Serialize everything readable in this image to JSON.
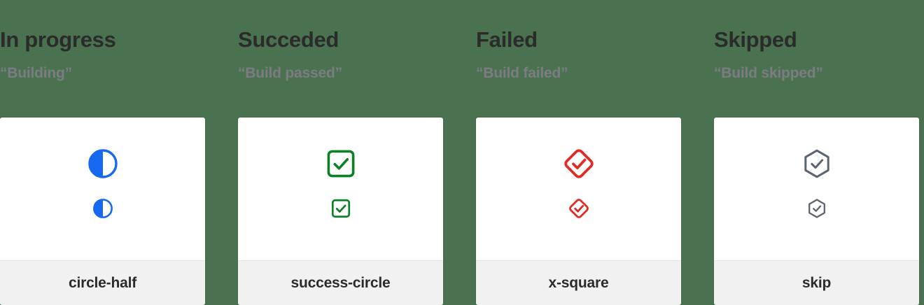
{
  "background_color": "#4a7250",
  "columns": [
    {
      "heading": "In progress",
      "subtitle": "“Building”",
      "icon_name": "circle-half",
      "label": "circle-half",
      "color": "#1668f0"
    },
    {
      "heading": "Succeded",
      "subtitle": "“Build passed”",
      "icon_name": "success-circle",
      "label": "success-circle",
      "color": "#0b8026"
    },
    {
      "heading": "Failed",
      "subtitle": "“Build failed”",
      "icon_name": "x-square",
      "label": "x-square",
      "color": "#e02b27"
    },
    {
      "heading": "Skipped",
      "subtitle": "“Build skipped”",
      "icon_name": "skip",
      "label": "skip",
      "color": "#5c6370"
    }
  ]
}
